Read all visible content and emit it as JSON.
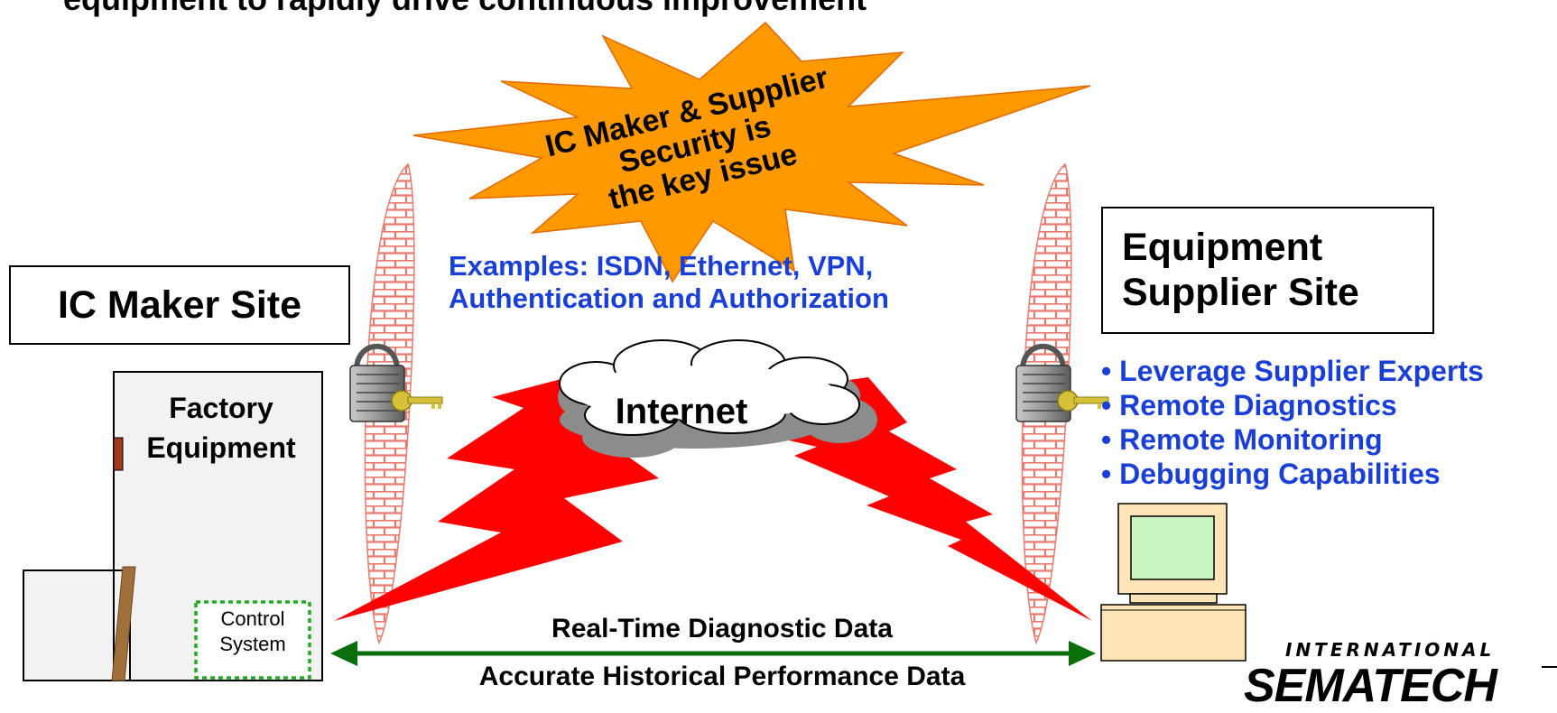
{
  "title": "equipment to rapidly drive continuous improvement",
  "starburst": {
    "line1": "IC Maker & Supplier",
    "line2": "Security is",
    "line3": "the key issue"
  },
  "examples": {
    "line1": "Examples: ISDN, Ethernet, VPN,",
    "line2": "Authentication and Authorization"
  },
  "left_site": {
    "label": "IC Maker Site"
  },
  "right_site": {
    "line1": "Equipment",
    "line2": "Supplier Site"
  },
  "factory": {
    "line1": "Factory",
    "line2": "Equipment",
    "control_line1": "Control",
    "control_line2": "System"
  },
  "cloud": {
    "label": "Internet"
  },
  "benefits": [
    "• Leverage Supplier Experts",
    "• Remote Diagnostics",
    "• Remote Monitoring",
    "• Debugging Capabilities"
  ],
  "arrow": {
    "top_label": "Real-Time Diagnostic Data",
    "bottom_label": "Accurate Historical Performance Data"
  },
  "logo": {
    "small": "INTERNATIONAL",
    "big": "SEMATECH"
  },
  "colors": {
    "accent_blue": "#1a3fd6",
    "bolt_red": "#ff0000",
    "arrow_green": "#0a6e0a",
    "star_orange": "#ff9900",
    "brick": "#e87b6e"
  }
}
